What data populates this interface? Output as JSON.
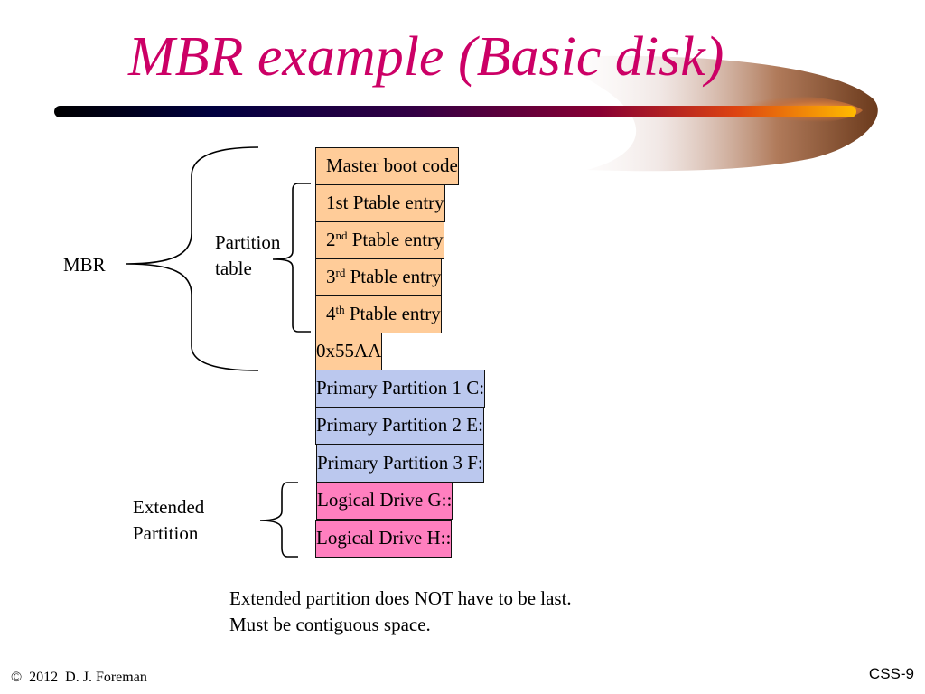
{
  "slide": {
    "title": "MBR example (Basic disk)",
    "title_color": "#cc0066"
  },
  "disk_layout": {
    "blocks": [
      {
        "text": "Master boot code",
        "superscript": "",
        "suffix": "",
        "group": "mbr",
        "align": "left"
      },
      {
        "text": "1st Ptable entry",
        "superscript": "",
        "suffix": "",
        "group": "mbr",
        "align": "left"
      },
      {
        "text": "2",
        "superscript": "nd",
        "suffix": " Ptable entry",
        "group": "mbr",
        "align": "left"
      },
      {
        "text": "3",
        "superscript": "rd",
        "suffix": " Ptable entry",
        "group": "mbr",
        "align": "left"
      },
      {
        "text": "4",
        "superscript": "th",
        "suffix": " Ptable entry",
        "group": "mbr",
        "align": "left"
      },
      {
        "text": "0x55AA",
        "superscript": "",
        "suffix": "",
        "group": "mbr",
        "align": "center"
      },
      {
        "text": "Primary Partition 1 C:",
        "superscript": "",
        "suffix": "",
        "group": "primary",
        "align": "center"
      },
      {
        "text": "Primary Partition 2 E:",
        "superscript": "",
        "suffix": "",
        "group": "primary",
        "align": "center"
      },
      {
        "text": "Primary Partition 3 F:",
        "superscript": "",
        "suffix": "",
        "group": "primary",
        "align": "center"
      },
      {
        "text": "Logical Drive G::",
        "superscript": "",
        "suffix": "",
        "group": "logical",
        "align": "center"
      },
      {
        "text": "Logical Drive H::",
        "superscript": "",
        "suffix": "",
        "group": "logical",
        "align": "center"
      }
    ],
    "group_colors": {
      "mbr": "#ffcc99",
      "primary": "#bbc8ee",
      "logical": "#ff7fbf"
    }
  },
  "labels": {
    "mbr": "MBR",
    "partition_table_line1": "Partition",
    "partition_table_line2": "table",
    "extended_line1": "Extended",
    "extended_line2": "Partition"
  },
  "notes": {
    "line1": "Extended partition does NOT have to be last.",
    "line2": "Must be contiguous space."
  },
  "footer": {
    "copyright_symbol": "©",
    "copyright": "2012  D. J. Foreman",
    "slide_number": "CSS-9"
  }
}
